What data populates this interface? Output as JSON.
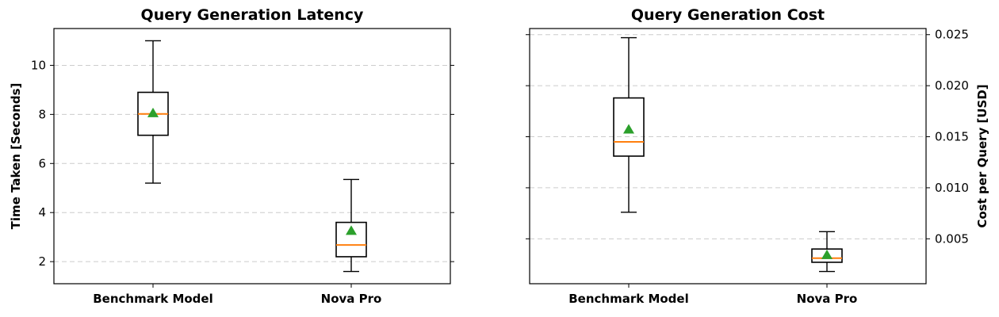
{
  "chart_data": [
    {
      "type": "box",
      "title": "Query Generation Latency",
      "xlabel": "",
      "ylabel": "Time Taken [Seconds]",
      "yaxis_side": "left",
      "ylim": [
        1.1,
        11.5
      ],
      "yticks": [
        2,
        4,
        6,
        8,
        10
      ],
      "ytick_labels": [
        "2",
        "4",
        "6",
        "8",
        "10"
      ],
      "grid": "y-dashed",
      "categories": [
        "Benchmark Model",
        "Nova Pro"
      ],
      "boxes": [
        {
          "whisker_low": 5.2,
          "q1": 7.15,
          "median": 8.02,
          "q3": 8.9,
          "whisker_high": 11.0,
          "mean": 8.05
        },
        {
          "whisker_low": 1.6,
          "q1": 2.2,
          "median": 2.68,
          "q3": 3.6,
          "whisker_high": 5.35,
          "mean": 3.25
        }
      ]
    },
    {
      "type": "box",
      "title": "Query Generation Cost",
      "xlabel": "",
      "ylabel": "Cost per Query [USD]",
      "yaxis_side": "right",
      "ylim": [
        0.0006,
        0.0256
      ],
      "yticks": [
        0.005,
        0.01,
        0.015,
        0.02,
        0.025
      ],
      "ytick_labels": [
        "0.005",
        "0.010",
        "0.015",
        "0.020",
        "0.025"
      ],
      "grid": "y-dashed",
      "categories": [
        "Benchmark Model",
        "Nova Pro"
      ],
      "boxes": [
        {
          "whisker_low": 0.0076,
          "q1": 0.0131,
          "median": 0.0145,
          "q3": 0.0188,
          "whisker_high": 0.0247,
          "mean": 0.0157
        },
        {
          "whisker_low": 0.0018,
          "q1": 0.0027,
          "median": 0.0031,
          "q3": 0.004,
          "whisker_high": 0.0057,
          "mean": 0.0034
        }
      ]
    }
  ]
}
